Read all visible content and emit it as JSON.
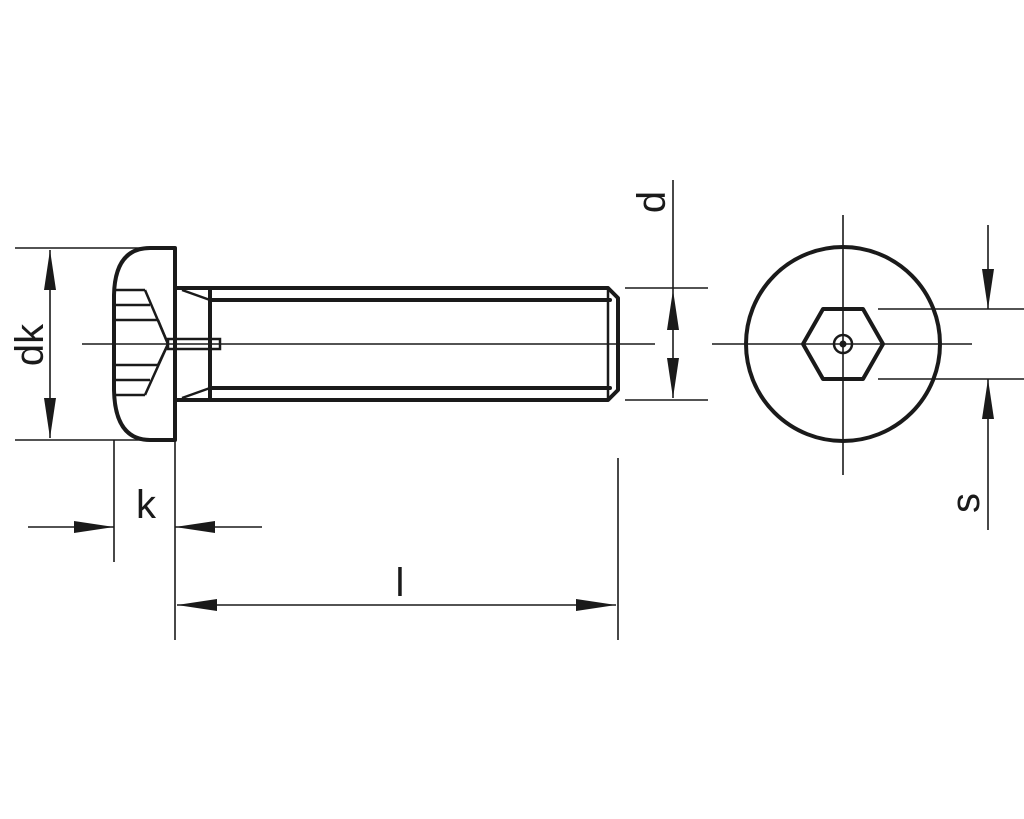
{
  "dimensions": {
    "head_diameter": "dk",
    "head_height": "k",
    "length": "l",
    "thread_diameter": "d",
    "socket_size": "s"
  }
}
